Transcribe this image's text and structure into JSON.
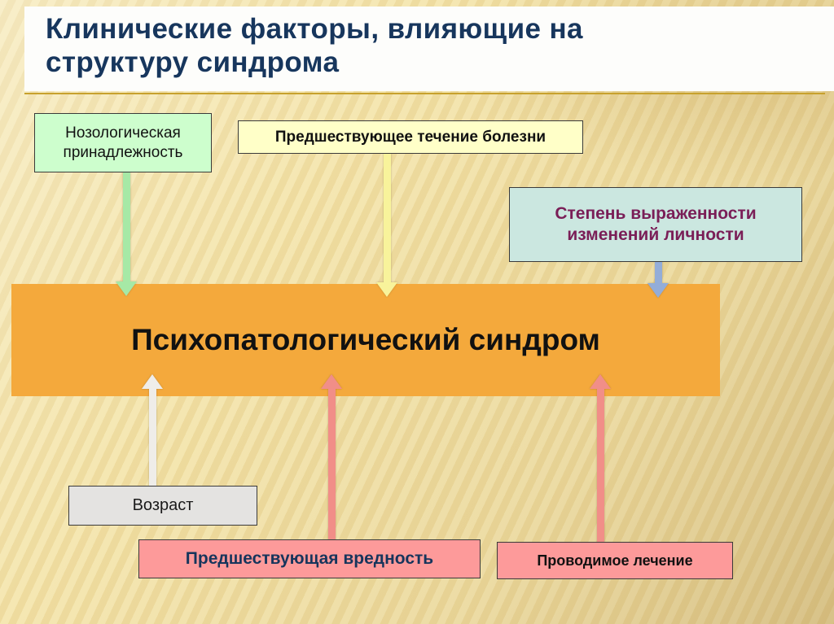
{
  "slide_title": "Клинические факторы, влияющие на структуру синдрома",
  "colors": {
    "title_text": "#17365D",
    "title_rule": "#C7A12D",
    "center_bg": "#F4A93C"
  },
  "center": {
    "label": "Психопатологический синдром"
  },
  "factors": {
    "top": [
      {
        "label": "Нозологическая принадлежность",
        "bg": "#CDFECD",
        "text": "#111111",
        "arrow": "#A6E9A6"
      },
      {
        "label": "Предшествующее течение болезни",
        "bg": "#FFFFC8",
        "text": "#111111",
        "arrow": "#F8F39B"
      },
      {
        "label": "Степень выраженности изменений личности",
        "bg": "#CBE7E0",
        "text": "#7A1E57",
        "arrow": "#93ADD8"
      }
    ],
    "bottom": [
      {
        "label": "Возраст",
        "bg": "#E4E3E1",
        "text": "#1A1A1A",
        "arrow": "#EFEDE9"
      },
      {
        "label": "Предшествующая вредность",
        "bg": "#FD9A9A",
        "text": "#16355C",
        "arrow": "#F18E88"
      },
      {
        "label": "Проводимое лечение",
        "bg": "#FD9A9A",
        "text": "#111111",
        "arrow": "#F18E88"
      }
    ]
  }
}
